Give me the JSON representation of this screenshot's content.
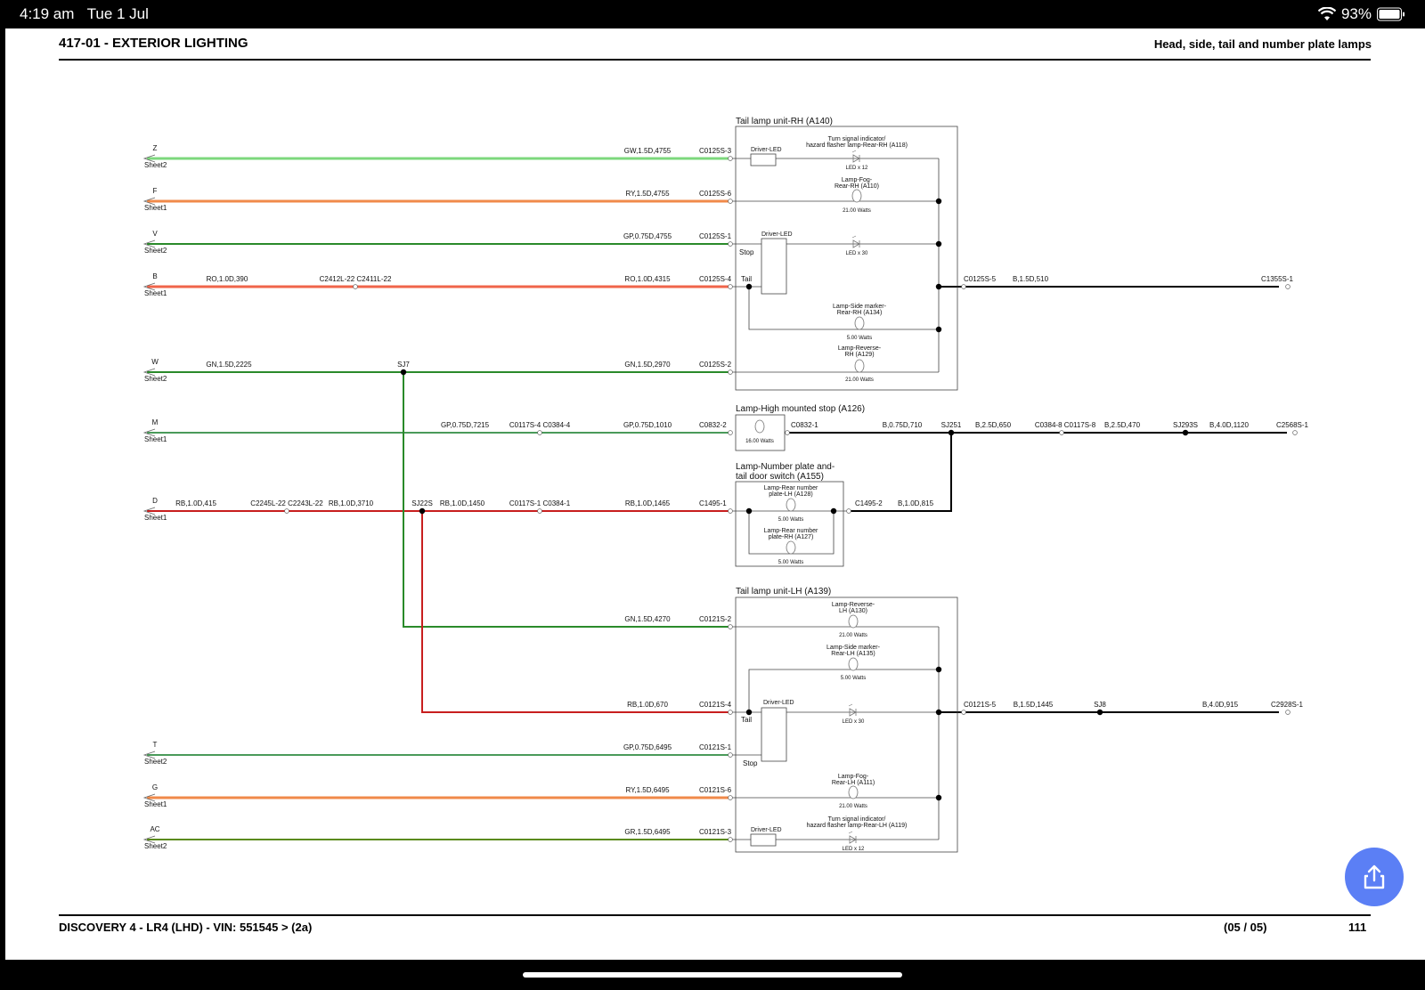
{
  "status": {
    "time": "4:19 am",
    "date": "Tue 1 Jul",
    "battery": "93%"
  },
  "header": {
    "section": "417-01 - EXTERIOR LIGHTING",
    "title": "Head, side, tail and number plate lamps"
  },
  "footer": {
    "vehicle": "DISCOVERY 4 - LR4  (LHD) - VIN: 551545 >  (2a)",
    "sheet": "(05 / 05)",
    "page": "111"
  },
  "colors": {
    "green_light": "#7dd87d",
    "green": "#2a8a2a",
    "green_mid": "#4a9a5a",
    "green_olive": "#5a8a1a",
    "orange": "#f08a4a",
    "red_orange": "#f0644a",
    "red": "#c81e1e",
    "accent": "#5b7ff5"
  },
  "wires": [
    {
      "id": "Z",
      "sheet": "Sheet2",
      "spec": "GW,1.5D,4755",
      "conn": "C0125S-3"
    },
    {
      "id": "F",
      "sheet": "Sheet1",
      "spec": "RY,1.5D,4755",
      "conn": "C0125S-6"
    },
    {
      "id": "V",
      "sheet": "Sheet2",
      "spec": "GP,0.75D,4755",
      "conn": "C0125S-1"
    },
    {
      "id": "B",
      "sheet": "Sheet1",
      "spec1": "RO,1.0D,390",
      "mid": "C2412L-22 C2411L-22",
      "spec": "RO,1.0D,4315",
      "conn": "C0125S-4"
    },
    {
      "id": "W",
      "sheet": "Sheet2",
      "spec1": "GN,1.5D,2225",
      "splice": "SJ7",
      "spec": "GN,1.5D,2970",
      "conn": "C0125S-2"
    },
    {
      "id": "M",
      "sheet": "Sheet1",
      "spec1": "GP,0.75D,7215",
      "mid": "C0117S-4 C0384-4",
      "spec": "GP,0.75D,1010",
      "conn": "C0832-2"
    },
    {
      "id": "D",
      "sheet": "Sheet1",
      "spec1": "RB,1.0D,415",
      "mid1": "C2245L-22 C2243L-22",
      "spec2": "RB,1.0D,3710",
      "splice": "SJ22S",
      "spec3": "RB,1.0D,1450",
      "mid2": "C0117S-1 C0384-1",
      "spec": "RB,1.0D,1465",
      "conn": "C1495-1"
    },
    {
      "spec": "GN,1.5D,4270",
      "conn": "C0121S-2"
    },
    {
      "spec": "RB,1.0D,670",
      "conn": "C0121S-4"
    },
    {
      "id": "T",
      "sheet": "Sheet2",
      "spec": "GP,0.75D,6495",
      "conn": "C0121S-1"
    },
    {
      "id": "G",
      "sheet": "Sheet1",
      "spec": "RY,1.5D,6495",
      "conn": "C0121S-6"
    },
    {
      "id": "AC",
      "sheet": "Sheet2",
      "spec": "GR,1.5D,6495",
      "conn": "C0121S-3"
    }
  ],
  "rh": {
    "title": "Tail lamp unit-RH (A140)",
    "driver": "Driver-LED",
    "turn": [
      "Turn signal indicator/",
      "hazard flasher lamp-Rear-RH (A118)"
    ],
    "led12": "LED x 12",
    "fog": [
      "Lamp-Fog-",
      "Rear-RH (A110)"
    ],
    "w21": "21.00 Watts",
    "led30": "LED x 30",
    "stop": "Stop",
    "tail": "Tail",
    "side": [
      "Lamp-Side marker-",
      "Rear-RH (A134)"
    ],
    "w5": "5.00 Watts",
    "rev": [
      "Lamp-Reverse-",
      "RH (A129)"
    ],
    "out_conn": "C0125S-5",
    "out_spec": "B,1.5D,510",
    "out_end": "C1355S-1"
  },
  "hms": {
    "title": "Lamp-High mounted stop (A126)",
    "w16": "16.00 Watts",
    "out_conn": "C0832-1",
    "spec1": "B,0.75D,710",
    "splice1": "SJ251",
    "spec2": "B,2.5D,650",
    "mid": "C0384-8 C0117S-8",
    "spec3": "B,2.5D,470",
    "splice2": "SJ293S",
    "spec4": "B,4.0D,1120",
    "end": "C2568S-1"
  },
  "np": {
    "title": [
      "Lamp-Number plate and-",
      "tail door switch (A155)"
    ],
    "lh": [
      "Lamp-Rear number",
      "plate-LH (A128)"
    ],
    "rh": [
      "Lamp-Rear number",
      "plate-RH (A127)"
    ],
    "w5": "5.00 Watts",
    "out_conn": "C1495-2",
    "out_spec": "B,1.0D,815"
  },
  "lh": {
    "title": "Tail lamp unit-LH (A139)",
    "rev": [
      "Lamp-Reverse-",
      "LH (A130)"
    ],
    "w21": "21.00 Watts",
    "side": [
      "Lamp-Side marker-",
      "Rear-LH (A135)"
    ],
    "w5": "5.00 Watts",
    "driver": "Driver-LED",
    "led30": "LED x 30",
    "tail": "Tail",
    "stop": "Stop",
    "fog": [
      "Lamp-Fog-",
      "Rear-LH (A111)"
    ],
    "turn": [
      "Turn signal indicator/",
      "hazard flasher lamp-Rear-LH (A119)"
    ],
    "led12": "LED x 12",
    "out_conn": "C0121S-5",
    "out_spec": "B,1.5D,1445",
    "splice": "SJ8",
    "spec2": "B,4.0D,915",
    "end": "C2928S-1"
  },
  "icons": {
    "wifi": "wifi-icon",
    "battery": "battery-icon",
    "share": "share-icon"
  }
}
